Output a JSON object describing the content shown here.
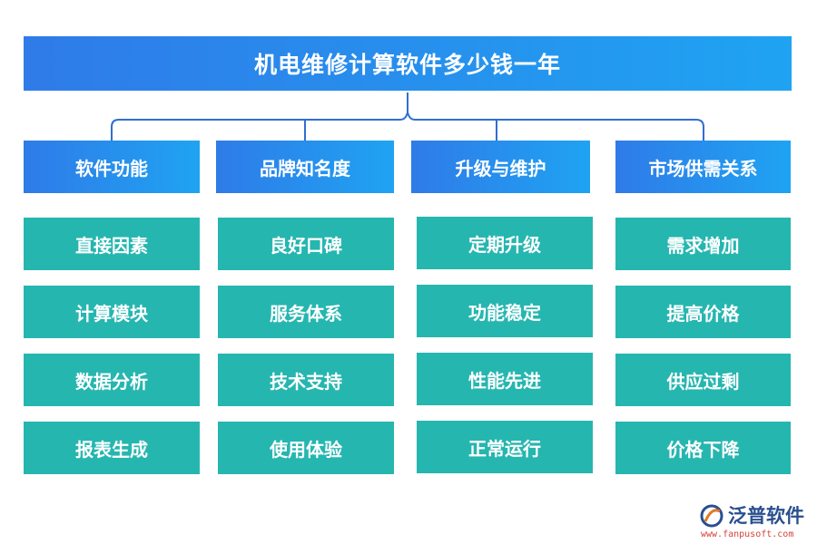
{
  "title": "机电维修计算软件多少钱一年",
  "categories": [
    {
      "label": "软件功能",
      "items": [
        "直接因素",
        "计算模块",
        "数据分析",
        "报表生成"
      ]
    },
    {
      "label": "品牌知名度",
      "items": [
        "良好口碑",
        "服务体系",
        "技术支持",
        "使用体验"
      ]
    },
    {
      "label": "升级与维护",
      "items": [
        "定期升级",
        "功能稳定",
        "性能先进",
        "正常运行"
      ]
    },
    {
      "label": "市场供需关系",
      "items": [
        "需求增加",
        "提高价格",
        "供应过剩",
        "价格下降"
      ]
    }
  ],
  "logo": {
    "name": "泛普软件",
    "url": "www.fanpusoft.com"
  },
  "colors": {
    "header_gradient": [
      "#2f7be8",
      "#1fa3f2"
    ],
    "item_bg": "#26b6b0",
    "connector": "#2f6fd0"
  }
}
